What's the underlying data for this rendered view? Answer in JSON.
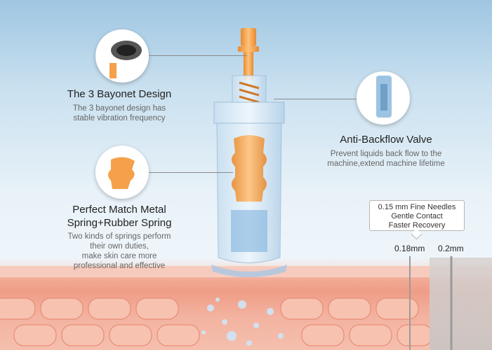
{
  "features": {
    "bayonet": {
      "title": "The 3 Bayonet Design",
      "desc_lines": [
        "The 3 bayonet design has",
        "stable vibration frequency"
      ]
    },
    "valve": {
      "title": "Anti-Backflow Valve",
      "desc_lines": [
        "Prevent liquids back flow to the",
        "machine,extend machine lifetime"
      ]
    },
    "spring": {
      "title_lines": [
        "Perfect Match Metal",
        "Spring+Rubber Spring"
      ],
      "desc_lines": [
        "Two kinds of springs perform",
        "their own duties,",
        "make skin care more",
        "professional and effective"
      ]
    }
  },
  "needles": {
    "callout_lines": [
      "0.15 mm Fine Needles",
      "Gentle Contact",
      "Faster Recovery"
    ],
    "left_label": "0.18mm",
    "right_label": "0.2mm"
  },
  "colors": {
    "accent_orange": "#f5a04a",
    "cartridge_blue": "#a9cbe6",
    "skin": "#ef9d86"
  }
}
